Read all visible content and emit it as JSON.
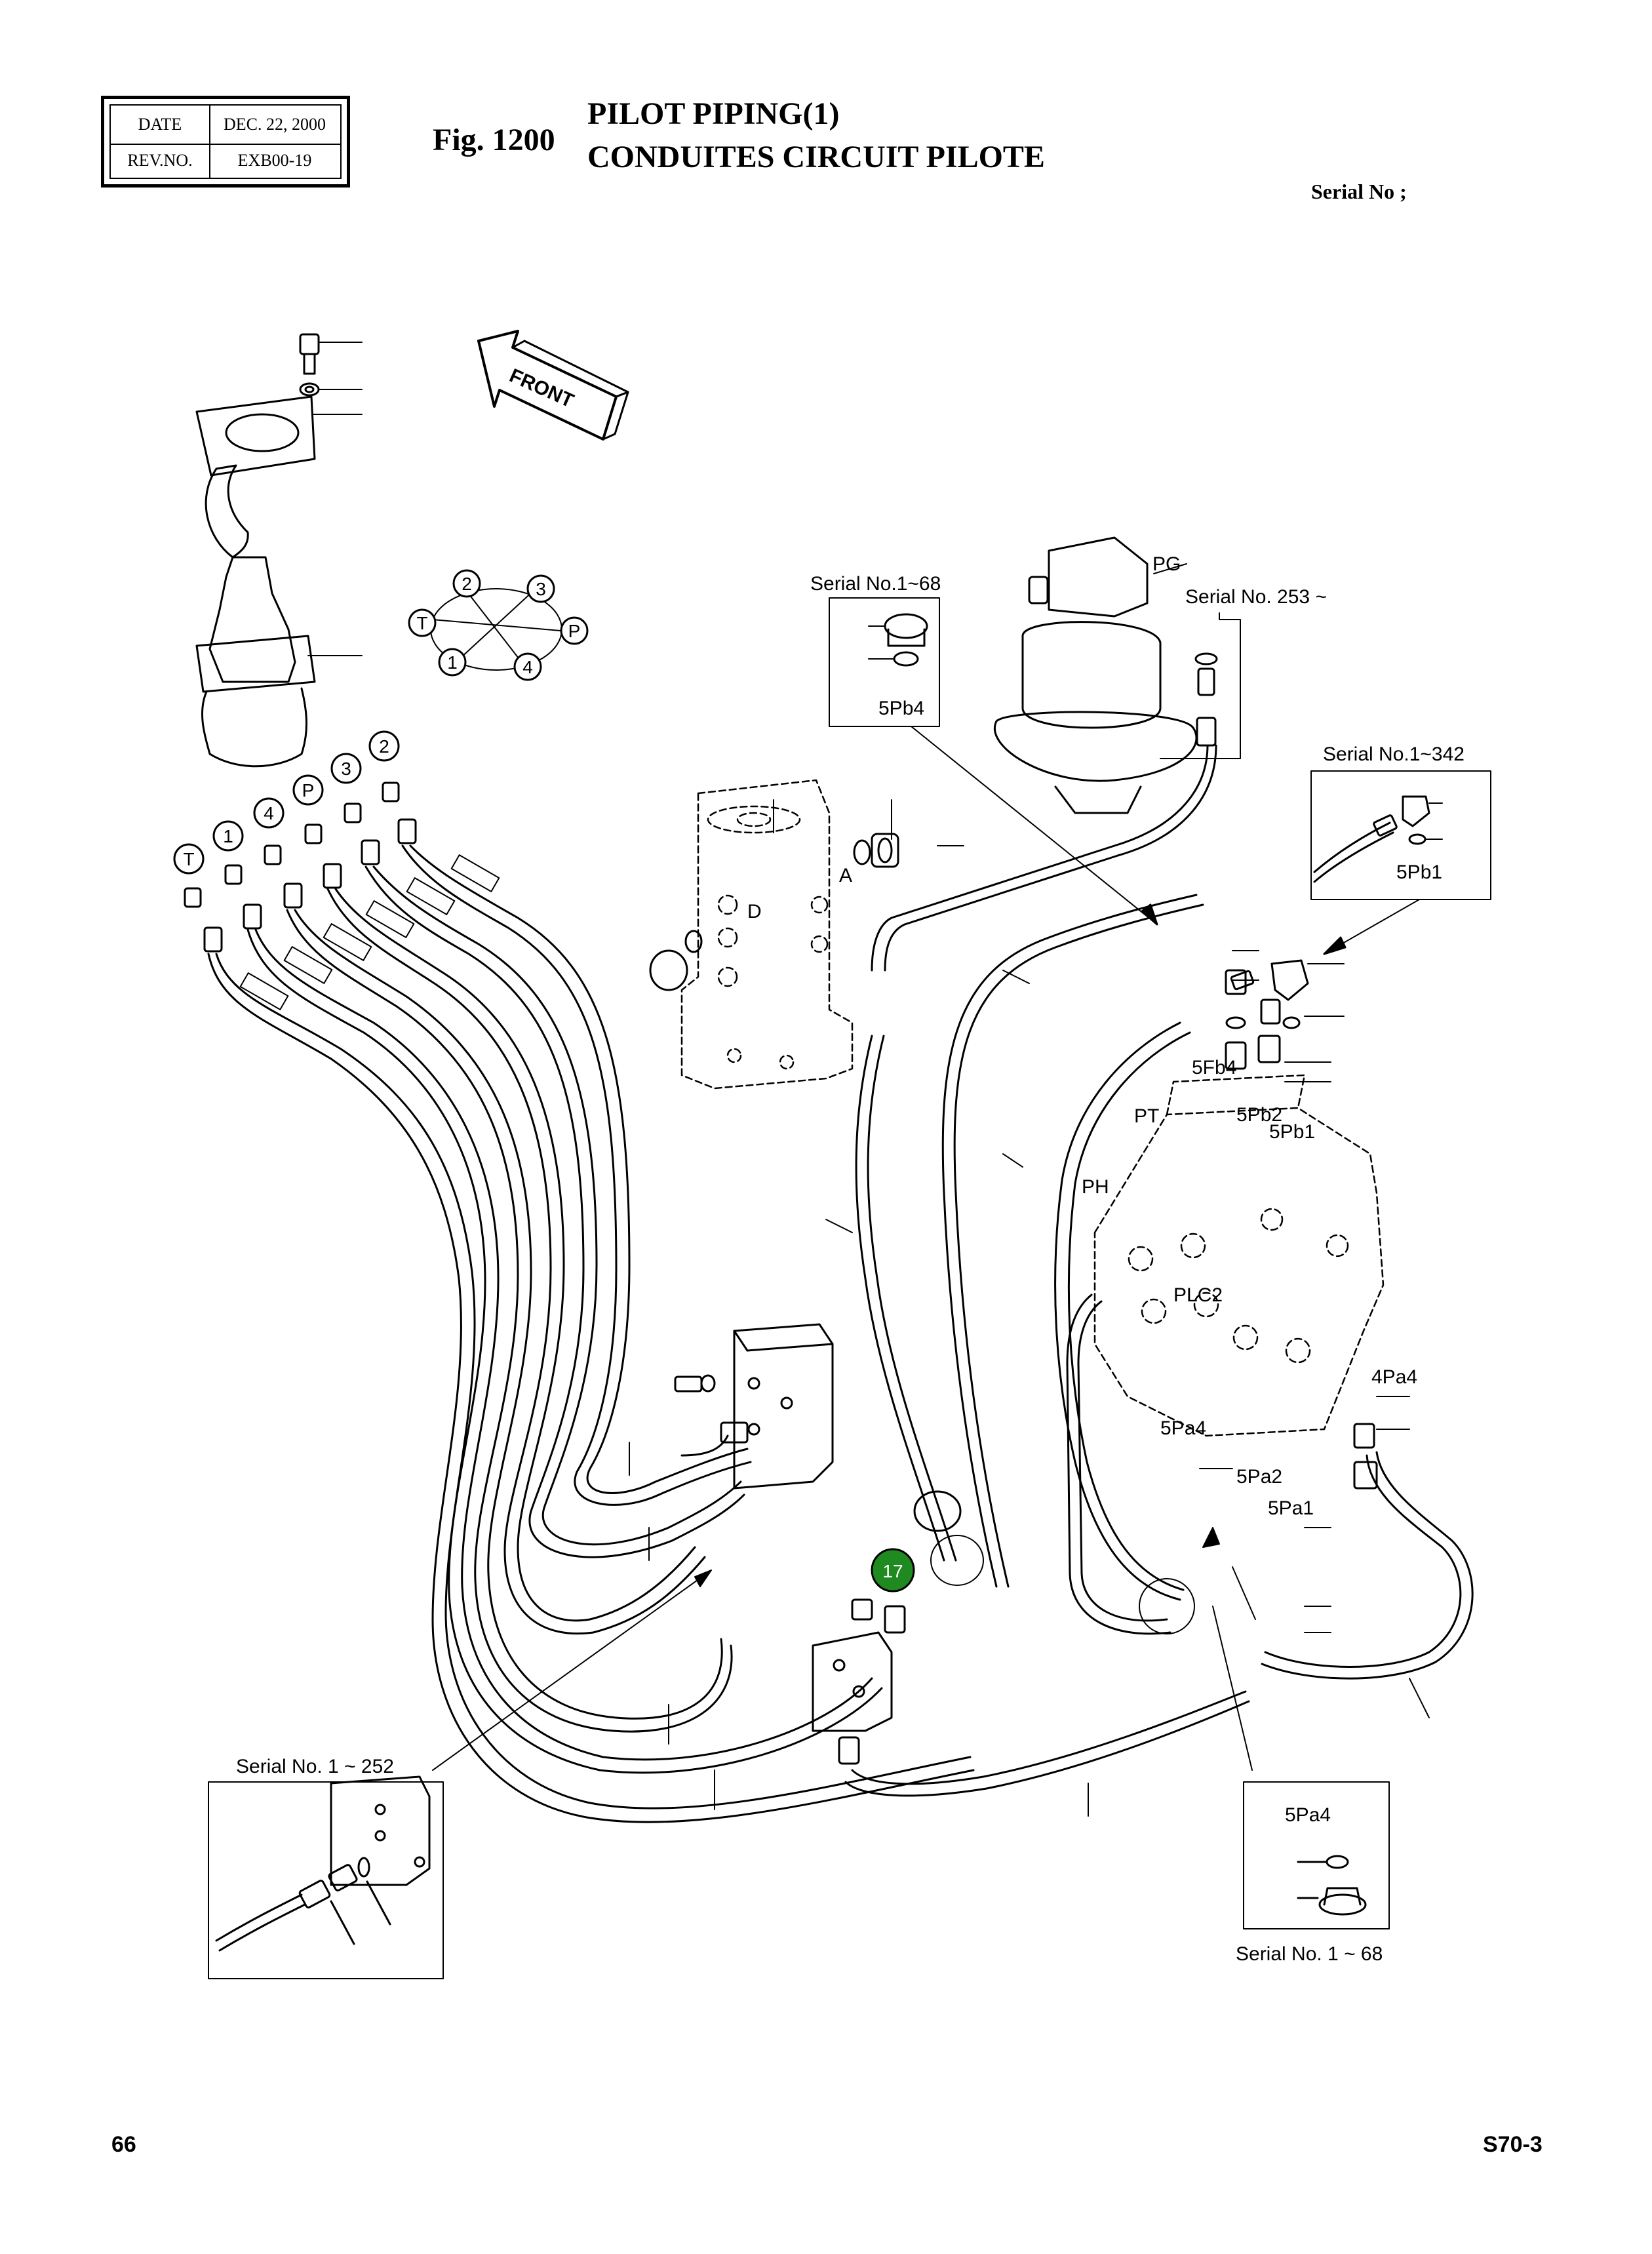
{
  "header": {
    "date_label": "DATE",
    "date_value": "DEC. 22, 2000",
    "rev_label": "REV.NO.",
    "rev_value": "EXB00-19",
    "fig_label": "Fig. 1200",
    "title_line1": "PILOT PIPING(1)",
    "title_line2": "CONDUITES CIRCUIT PILOTE",
    "serial_label": "Serial No ;"
  },
  "footer": {
    "page_number": "66",
    "model": "S70-3"
  },
  "diagram": {
    "front_arrow": "FRONT",
    "port_circle": [
      "2",
      "3",
      "T",
      "P",
      "1",
      "4"
    ],
    "hose_ports": [
      "T",
      "1",
      "4",
      "P",
      "3",
      "2"
    ],
    "swivel_ports": [
      "D",
      "A"
    ],
    "callouts": {
      "pg": "PG",
      "pt": "PT",
      "ph": "PH",
      "fb4": "5Fb4",
      "pb2": "5Pb2",
      "pb1_main": "5Pb1",
      "plc2": "PLC2",
      "pa4_side": "4Pa4",
      "pa4_main": "5Pa4",
      "pa2": "5Pa2",
      "pa1": "5Pa1"
    },
    "insets": {
      "serial_1_68_top": {
        "title": "Serial No.1~68",
        "label": "5Pb4"
      },
      "serial_253": {
        "title": "Serial No. 253 ~"
      },
      "serial_1_342": {
        "title": "Serial No.1~342",
        "label": "5Pb1"
      },
      "serial_1_252": {
        "title": "Serial No. 1 ~ 252"
      },
      "serial_1_68_bottom": {
        "title": "Serial No. 1 ~ 68",
        "label": "5Pa4"
      }
    },
    "part_marker": "17",
    "marker_color": "#1f8a1f"
  }
}
